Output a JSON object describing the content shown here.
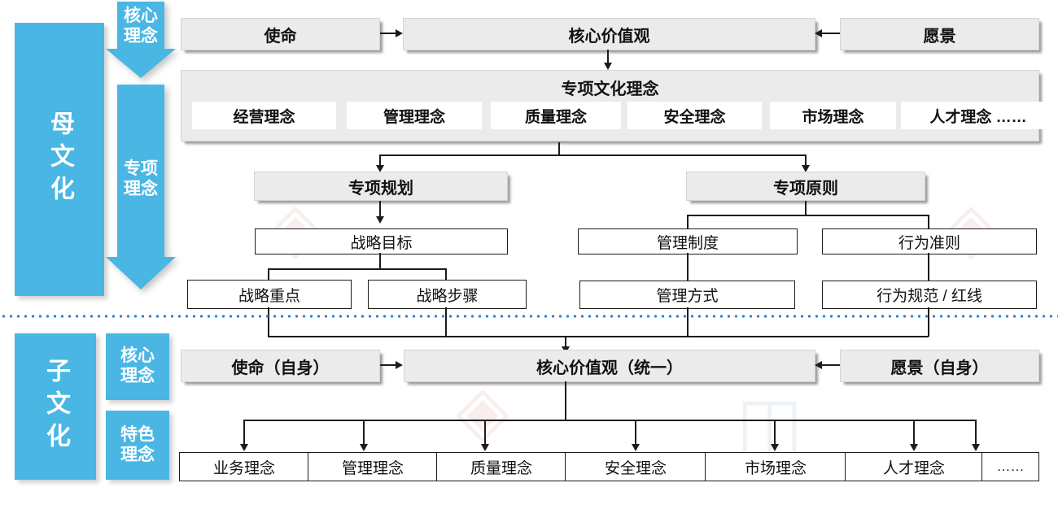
{
  "colors": {
    "blue": "#49b6e4",
    "gray_box": "#ebebeb",
    "divider": "#1f7fd4",
    "text": "#111111"
  },
  "parent": {
    "band_label": "母文化",
    "arrow_core": "核心\n理念",
    "arrow_core_line1": "核心",
    "arrow_core_line2": "理念",
    "arrow_special_line1": "专项",
    "arrow_special_line2": "理念",
    "mission": "使命",
    "core_values": "核心价值观",
    "vision": "愿景",
    "special_culture_title": "专项文化理念",
    "special_culture_items": [
      "经营理念",
      "管理理念",
      "质量理念",
      "安全理念",
      "市场理念",
      "人才理念  ……"
    ],
    "special_plan": "专项规划",
    "special_principle": "专项原则",
    "strategy_goal": "战略目标",
    "strategy_focus": "战略重点",
    "strategy_steps": "战略步骤",
    "mgmt_system": "管理制度",
    "mgmt_method": "管理方式",
    "conduct_rules": "行为准则",
    "conduct_norms": "行为规范 / 红线"
  },
  "child": {
    "band_label": "子文化",
    "label_core_line1": "核心",
    "label_core_line2": "理念",
    "label_feature_line1": "特色",
    "label_feature_line2": "理念",
    "mission": "使命（自身）",
    "core_values": "核心价值观（统一）",
    "vision": "愿景（自身）",
    "items": [
      "业务理念",
      "管理理念",
      "质量理念",
      "安全理念",
      "市场理念",
      "人才理念",
      "……"
    ]
  }
}
